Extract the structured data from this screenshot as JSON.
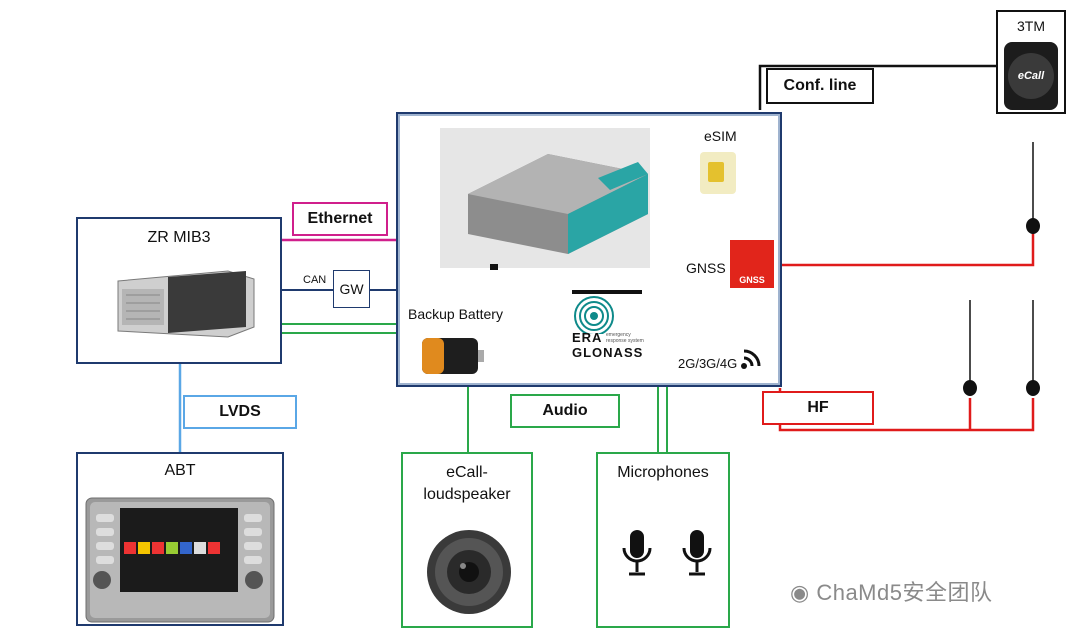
{
  "zr_box": {
    "title": "ZR MIB3"
  },
  "gw": {
    "label": "GW",
    "can_label": "CAN"
  },
  "abt_box": {
    "title": "ABT"
  },
  "central": {
    "esim_label": "eSIM",
    "gnss_label": "GNSS",
    "gnss_badge": "GNSS",
    "backup_battery_label": "Backup Battery",
    "battery_text": "███",
    "cellular_label": "2G/3G/4G",
    "era_line1": "ERA",
    "era_line2": "GLONASS",
    "era_small": "emergency response system"
  },
  "tags": {
    "ethernet": "Ethernet",
    "lvds": "LVDS",
    "audio": "Audio",
    "hf": "HF",
    "conf_line": "Conf. line"
  },
  "ecall_box": {
    "title_line1": "eCall-",
    "title_line2": "loudspeaker"
  },
  "mic_box": {
    "title": "Microphones"
  },
  "tm_box": {
    "title": "3TM",
    "logo_text": "eCall"
  },
  "watermark": "ChaMd5安全团队",
  "colors": {
    "navy": "#1f3a6e",
    "magenta": "#d01f8c",
    "green": "#2aa84a",
    "light_blue": "#5aa7e6",
    "red": "#e01b1b",
    "black": "#111111"
  }
}
